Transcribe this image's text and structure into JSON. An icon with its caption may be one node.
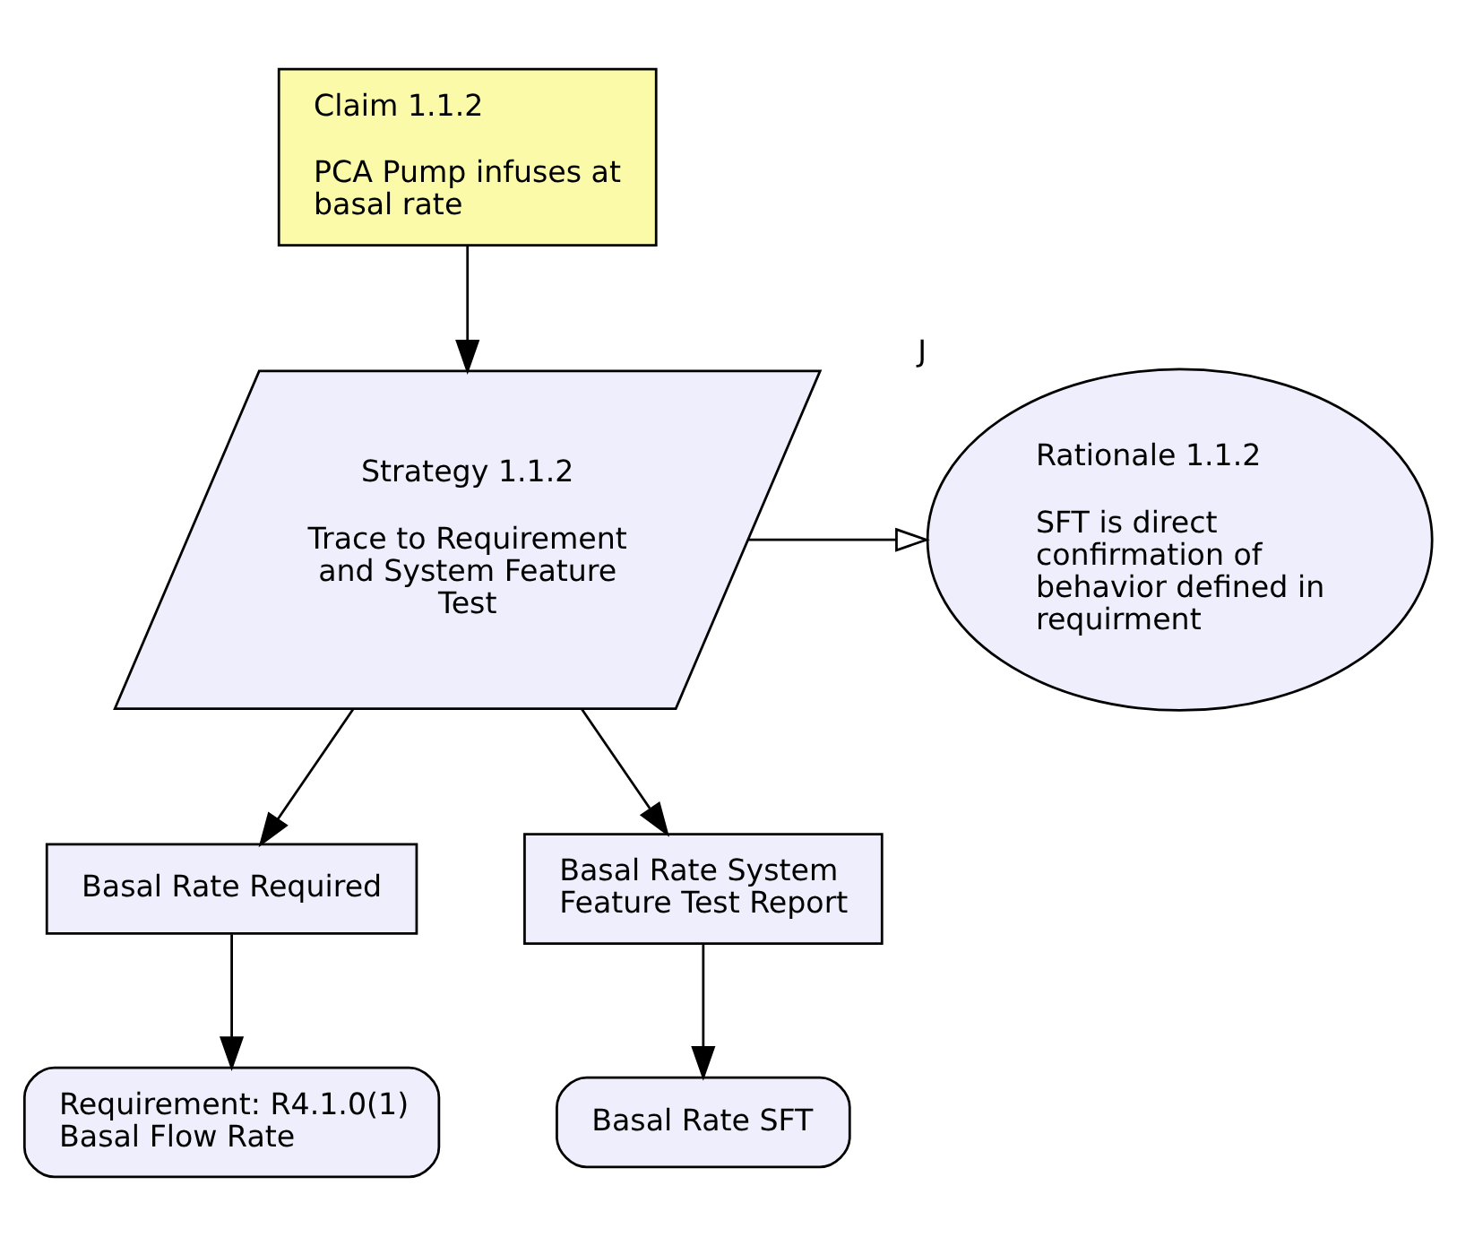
{
  "diagram": {
    "nodes": [
      {
        "text": [
          "Claim 1.1.2",
          "PCA Pump infuses at basal rate"
        ]
      },
      {
        "text": [
          "Strategy 1.1.2",
          "Trace to Requirement and System Feature Test"
        ]
      },
      {
        "text": [
          "Rationale 1.1.2",
          "SFT is direct confirmation of behavior defined in requirment"
        ],
        "beside": [
          "J"
        ]
      },
      {
        "text": [
          "Basal Rate Required"
        ]
      },
      {
        "text": [
          "Basal Rate System Feature Test Report"
        ]
      },
      {
        "text": [
          "Requirement: R4.1.0(1) Basal Flow Rate"
        ]
      },
      {
        "text": [
          "Basal Rate SFT"
        ]
      }
    ],
    "edges": [
      {
        "from": 0,
        "to": 1,
        "arrow": "to"
      },
      {
        "from": 1,
        "to": 2,
        "arrow": "to"
      },
      {
        "from": 1,
        "to": 3,
        "arrow": "to"
      },
      {
        "from": 1,
        "to": 4,
        "arrow": "to"
      },
      {
        "from": 3,
        "to": 5,
        "arrow": "to"
      },
      {
        "from": 4,
        "to": 6,
        "arrow": "to"
      }
    ]
  }
}
